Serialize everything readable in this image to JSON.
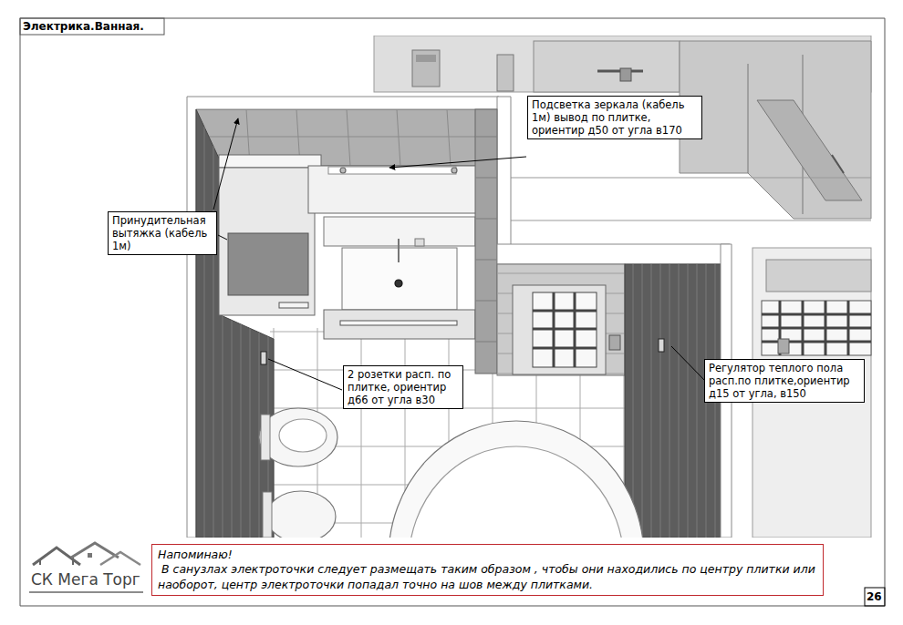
{
  "diagram": {
    "title": "Электрика.Ванная.",
    "nodes": [
      {
        "text": [
          "Подсветка зеркала (кабель 1м) вывод по плитке, ориентир д50 от угла в170"
        ]
      },
      {
        "text": [
          "Принудительная вытяжка (кабель 1м)"
        ]
      },
      {
        "text": [
          "2 розетки расп. по плитке, ориентир д66 от угла в30"
        ]
      },
      {
        "text": [
          "Регулятор теплого пола расп.по плитке,ориентир д15 от угла, в150"
        ]
      },
      {
        "text": [
          "Напоминаю!",
          "В санузлах электроточки следует размещать таким образом , чтобы они находились по центру плитки или наоборот, центр электроточки попадал точно на шов между плитками."
        ]
      }
    ],
    "labels": [
      "СК Мега Торг",
      "26"
    ]
  }
}
